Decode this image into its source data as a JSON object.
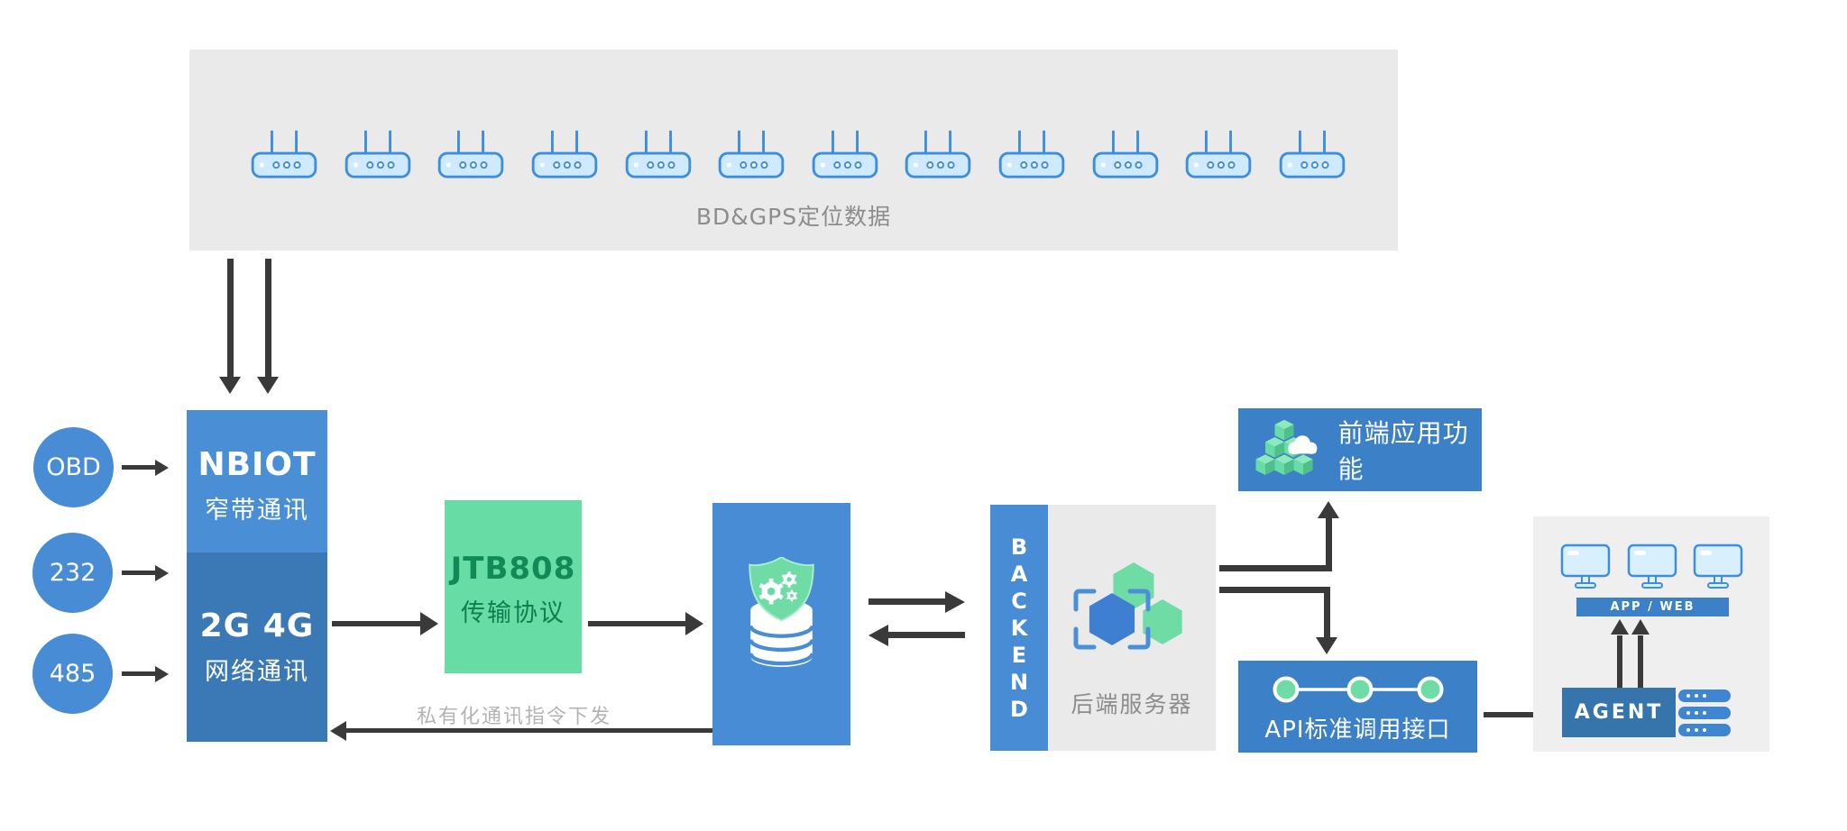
{
  "top_panel": {
    "label": "BD&GPS定位数据",
    "device_count": 12
  },
  "inputs": [
    {
      "label": "OBD"
    },
    {
      "label": "232"
    },
    {
      "label": "485"
    }
  ],
  "gateway": {
    "nbiot_title": "NBIOT",
    "nbiot_subtitle": "窄带通讯",
    "cellular_title": "2G 4G",
    "cellular_subtitle": "网络通讯"
  },
  "protocol": {
    "title": "JTB808",
    "subtitle": "传输协议"
  },
  "links": {
    "downlink_label": "私有化通讯指令下发"
  },
  "backend": {
    "strip_label": "BACKEND",
    "server_label": "后端服务器"
  },
  "frontend": {
    "label": "前端应用功能"
  },
  "api": {
    "label": "API标准调用接口"
  },
  "client": {
    "app_web_label": "APP / WEB",
    "agent_label": "AGENT"
  },
  "colors": {
    "primary_blue": "#478cd4",
    "cellular_dark_blue": "#3a79b5",
    "box_blue": "#3c80c8",
    "agent_blue": "#3575ab",
    "mint_green": "#67dca4",
    "green_text": "#128a58",
    "panel_gray": "#eaeaea",
    "arrow_dark": "#3a3a3a",
    "muted_text": "#8c8c8c",
    "light_muted_text": "#b3b3b3"
  }
}
